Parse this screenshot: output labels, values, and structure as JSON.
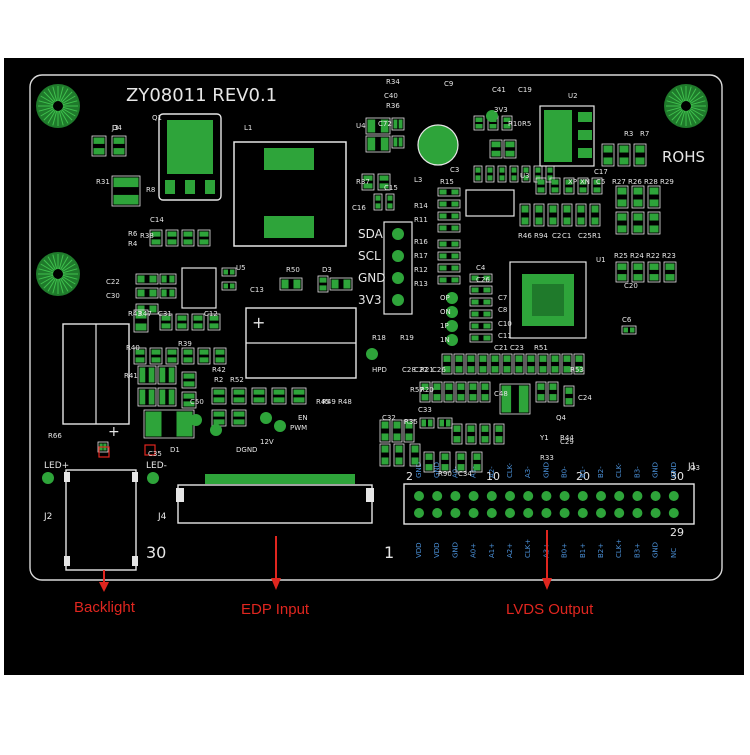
{
  "board": {
    "title": "ZY08011 REV0.1",
    "rohs": "ROHS",
    "designators": [
      "D4",
      "Q1",
      "L1",
      "R34",
      "C40",
      "R36",
      "C9",
      "C41",
      "C19",
      "U2",
      "U4",
      "C72",
      "3V3",
      "R10",
      "R5",
      "R3",
      "R7",
      "R31",
      "R8",
      "R6",
      "R4",
      "R38",
      "C14",
      "U5",
      "R37",
      "C15",
      "L3",
      "R15",
      "U3",
      "C17",
      "XP",
      "XN",
      "C5",
      "R27",
      "R26",
      "R28",
      "R29",
      "C16",
      "R14",
      "R11",
      "C3",
      "R46",
      "R94",
      "C2",
      "C1",
      "C25",
      "R1",
      "R16",
      "R17",
      "R12",
      "R13",
      "U1",
      "R25",
      "R24",
      "R22",
      "R23",
      "C20",
      "C22",
      "C30",
      "R43",
      "R47",
      "C31",
      "C12",
      "R50",
      "D3",
      "C13",
      "C4",
      "C26",
      "OP",
      "ON",
      "1P",
      "1N",
      "C7",
      "C8",
      "C10",
      "C11",
      "C6",
      "R40",
      "R39",
      "R41",
      "R2",
      "R52",
      "R48",
      "R49",
      "R45",
      "R18",
      "R19",
      "HPD",
      "C21",
      "C23",
      "R51",
      "C28",
      "C27",
      "C26",
      "R21",
      "R20",
      "R57",
      "C48",
      "R53",
      "C24",
      "C50",
      "R42",
      "C32",
      "R35",
      "C33",
      "Q4",
      "Y1",
      "R44",
      "C29",
      "R66",
      "C35",
      "D1",
      "DGND",
      "12V",
      "PWM",
      "EN",
      "R90",
      "C34",
      "R33",
      "Q3",
      "J1",
      "LED+",
      "LED-",
      "J2",
      "J4",
      "J3"
    ],
    "i2c_pins": [
      "SDA",
      "SCL",
      "GND",
      "3V3"
    ],
    "backlight_count": "30",
    "edp_pin1": "1",
    "lvds_top_numbers": [
      "2",
      "10",
      "20",
      "30"
    ],
    "lvds_pin29": "29",
    "lvds_top_labels": [
      "GND",
      "GND",
      "A0-",
      "A1-",
      "A2-",
      "CLK-",
      "A3-",
      "GND",
      "B0-",
      "B1-",
      "B2-",
      "CLK-",
      "B3-",
      "GND",
      "GND"
    ],
    "lvds_bottom_labels": [
      "VDD",
      "VDD",
      "GND",
      "A0+",
      "A1+",
      "A2+",
      "CLK+",
      "A3+",
      "B0+",
      "B1+",
      "B2+",
      "CLK+",
      "B3+",
      "GND",
      "NC"
    ]
  },
  "callouts": {
    "backlight": "Backlight",
    "edp": "EDP Input",
    "lvds": "LVDS Output"
  },
  "colors": {
    "board": "#000000",
    "silk": "#e6e6e6",
    "pad": "#2ea43a",
    "copper_blue": "#4a8fd6",
    "arrow": "#e0261f"
  }
}
